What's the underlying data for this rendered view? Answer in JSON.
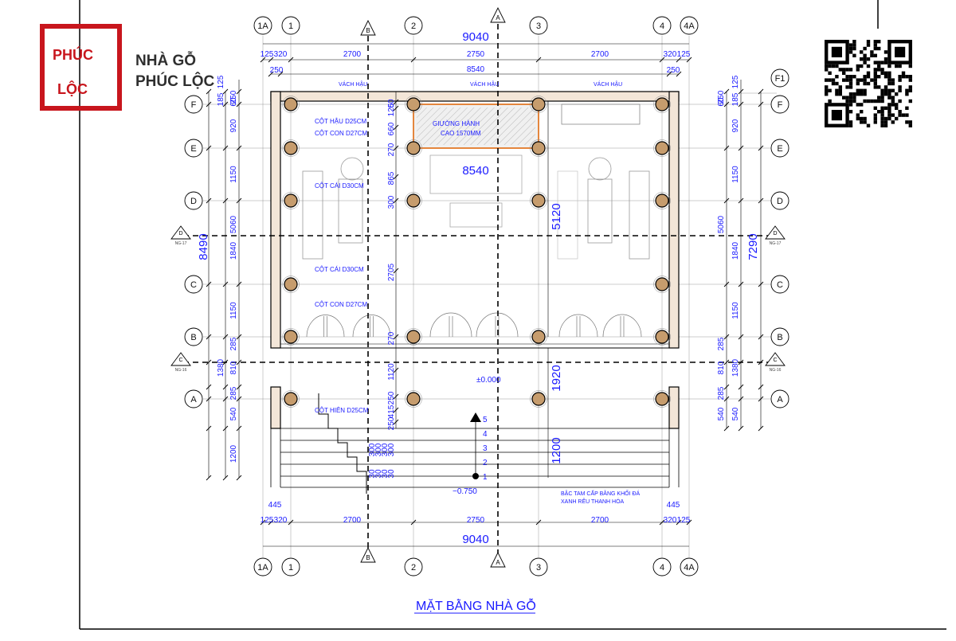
{
  "brand": {
    "logo_top": "PHÚC",
    "logo_bottom": "LỘC",
    "name_line1": "NHÀ GỖ",
    "name_line2": "PHÚC LỘC"
  },
  "title": "MẶT BẰNG NHÀ GỖ",
  "axes": {
    "columns": [
      "1A",
      "1",
      "2",
      "3",
      "4",
      "4A"
    ],
    "rows": [
      "F",
      "E",
      "D",
      "C",
      "B",
      "A"
    ],
    "extra": "F1",
    "section_marks": [
      "B",
      "A",
      "D",
      "C"
    ],
    "section_ref": "NG-17",
    "section_ref2": "NG-16"
  },
  "dims": {
    "total_width": "9040",
    "inner_width": "8540",
    "top_segments": [
      "125",
      "320",
      "2700",
      "2750",
      "2700",
      "320",
      "125"
    ],
    "top_small": "250",
    "left_vertical": [
      "125",
      "185",
      "250",
      "60",
      "920",
      "1150",
      "5060",
      "1840",
      "1150",
      "285",
      "1380",
      "810",
      "285",
      "540",
      "1200"
    ],
    "center_vertical": [
      "60",
      "125",
      "660",
      "270",
      "865",
      "300",
      "2705",
      "270",
      "1120",
      "250",
      "415",
      "250"
    ],
    "overall_left": "8490",
    "overall_right": "7290",
    "mid_5120": "5120",
    "mid_1920": "1920",
    "mid_1200": "1200",
    "mid_8540": "8540",
    "bottom_segments": [
      "445",
      "125",
      "320",
      "2700",
      "2750",
      "2700",
      "320",
      "125",
      "445"
    ],
    "stair_steps": [
      "300",
      "300",
      "300",
      "300",
      "30",
      "30",
      "30",
      "30"
    ]
  },
  "labels": {
    "vach_hau": "VÁCH HẬU",
    "cot_hau": "CỘT HẬU D25CM",
    "cot_con": "CỘT CON D27CM",
    "cot_cai": "CỘT CÁI D30CM",
    "cot_cai2": "CỘT CÁI D30CM",
    "cot_con2": "CỘT CON D27CM",
    "cot_hien": "CỘT HIÊN D25CM",
    "giuong_line1": "GIƯỜNG HÀNH",
    "giuong_line2": "CAO 1570MM",
    "level_0": "±0.000",
    "level_neg": "−0.750",
    "bac_line1": "BẬC TAM CẤP BẰNG KHỐI ĐÁ",
    "bac_line2": "XANH RÊU THANH HÓA",
    "steps": [
      "5",
      "4",
      "3",
      "2",
      "1"
    ]
  },
  "colors": {
    "brand_red": "#c8161d",
    "dim_blue": "#1a1aff",
    "wall_fill": "#f3e6d8",
    "column_fill": "#c69c6d"
  }
}
